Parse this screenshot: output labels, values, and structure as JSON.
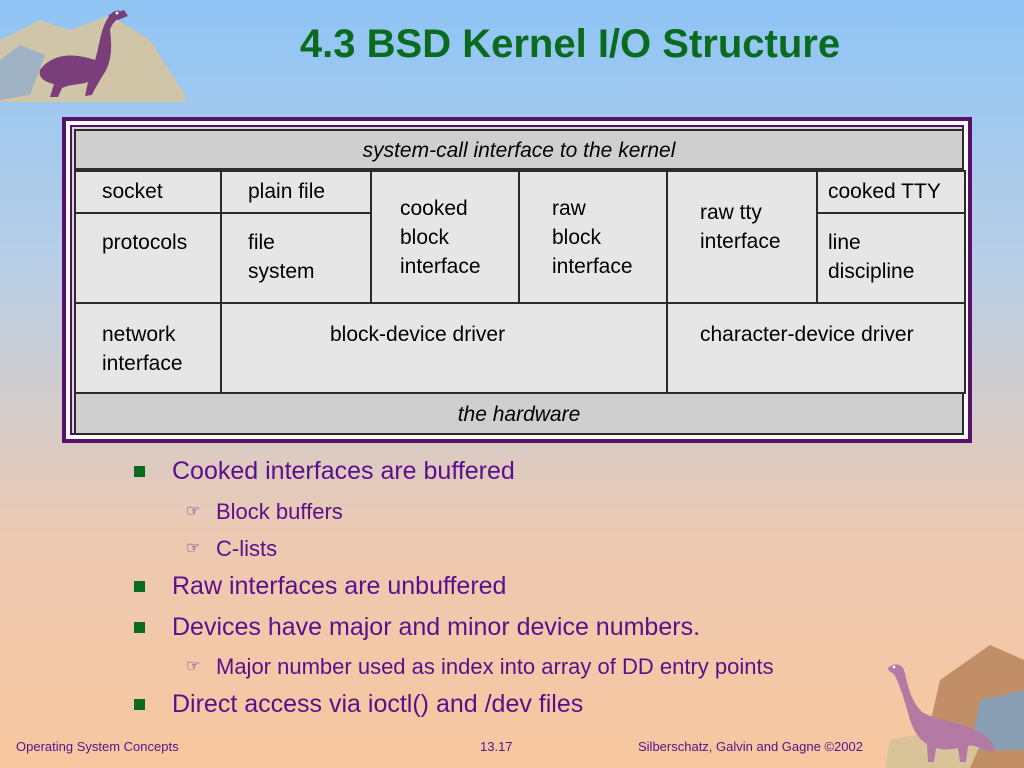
{
  "slide": {
    "title": "4.3 BSD Kernel I/O Structure",
    "diagram": {
      "top_band": "system-call interface to the kernel",
      "socket": "socket",
      "plain_file": "plain file",
      "cooked_block_interface": "cooked\nblock\ninterface",
      "raw_block_interface": "raw\nblock\ninterface",
      "raw_tty_interface": "raw tty\ninterface",
      "cooked_tty": "cooked TTY",
      "protocols": "protocols",
      "file_system": "file\nsystem",
      "line_discipline": "line\ndiscipline",
      "network_interface": "network\ninterface",
      "block_device_driver": "block-device driver",
      "character_device_driver": "character-device driver",
      "bottom_band": "the hardware"
    },
    "bullets": [
      {
        "text": "Cooked interfaces are buffered",
        "sub": [
          "Block buffers",
          "C-lists"
        ]
      },
      {
        "text": "Raw interfaces are unbuffered",
        "sub": []
      },
      {
        "text": "Devices have major and minor device numbers.",
        "sub": [
          "Major number used as index into array of DD entry points"
        ]
      },
      {
        "text": "Direct access via ioctl() and /dev files",
        "sub": []
      }
    ],
    "footer": {
      "left": "Operating System Concepts",
      "center": "13.17",
      "right": "Silberschatz, Galvin and  Gagne ©2002"
    }
  },
  "colors": {
    "title": "#0a6b1f",
    "bullet_text": "#5b0f8c",
    "frame": "#5b0f6c"
  }
}
